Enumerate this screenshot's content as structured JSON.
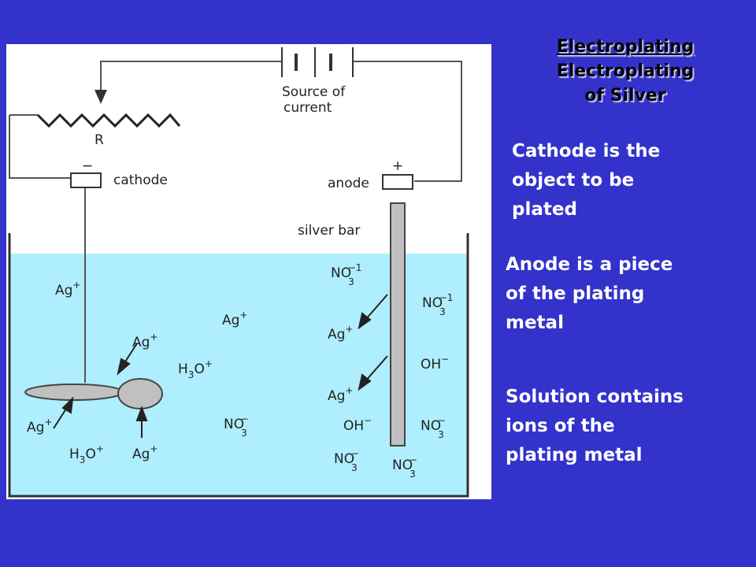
{
  "slide": {
    "title": "Electroplating",
    "subtitle_line1": "Electroplating",
    "subtitle_line2": "of Silver",
    "notes": [
      {
        "line1": "Cathode is the",
        "line2": "object to be",
        "line3": "plated"
      },
      {
        "line1": "Anode is a piece",
        "line2": "of the plating",
        "line3": "metal"
      },
      {
        "line1": "Solution contains",
        "line2": "ions of the",
        "line3": "plating metal"
      }
    ]
  },
  "diagram": {
    "source_line1": "Source of",
    "source_line2": "current",
    "resistor_label": "R",
    "cathode_sign": "−",
    "cathode_label": "cathode",
    "anode_sign": "+",
    "anode_label": "anode",
    "silver_bar_label": "silver bar",
    "colors": {
      "solution": "#aeeeff",
      "electrode": "#c0c0c0",
      "wire": "#555555"
    },
    "ions": {
      "ag": "Ag",
      "plus": "+",
      "minus": "−",
      "minus_one": "−1",
      "no": "NO",
      "three": "3",
      "h": "H",
      "o": "O",
      "oh": "OH"
    }
  }
}
